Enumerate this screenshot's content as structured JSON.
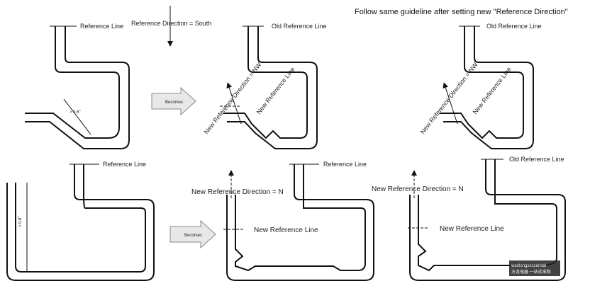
{
  "top_note": "Follow same guideline after setting new \"Reference Direction\"",
  "panels": {
    "p1": {
      "ref_line": "Reference Line",
      "direction": "Reference Direction = South",
      "dim": "> 0.6\""
    },
    "p2": {
      "old_ref": "Old Reference Line",
      "new_dir": "New Reference Direction = NW",
      "new_line": "New Reference Line"
    },
    "p3": {
      "old_ref": "Old Reference Line",
      "new_dir": "New Reference Direction = NW",
      "new_line": "New Reference Line"
    },
    "p4": {
      "ref_line": "Reference Line",
      "dim": "> 0.6\""
    },
    "p5": {
      "ref_line": "Reference Line",
      "new_dir": "New Reference Direction = N",
      "new_line": "New Reference Line"
    },
    "p6": {
      "old_ref": "Old Reference Line",
      "new_dir": "New Reference Direction = N",
      "new_line": "New Reference Line"
    }
  },
  "arrows": {
    "becomes_top": "Becomes",
    "becomes_bottom": "Becomes"
  },
  "watermark": {
    "line1": "wanlongsessenital",
    "line2": "万龙电器 一站式采购"
  }
}
